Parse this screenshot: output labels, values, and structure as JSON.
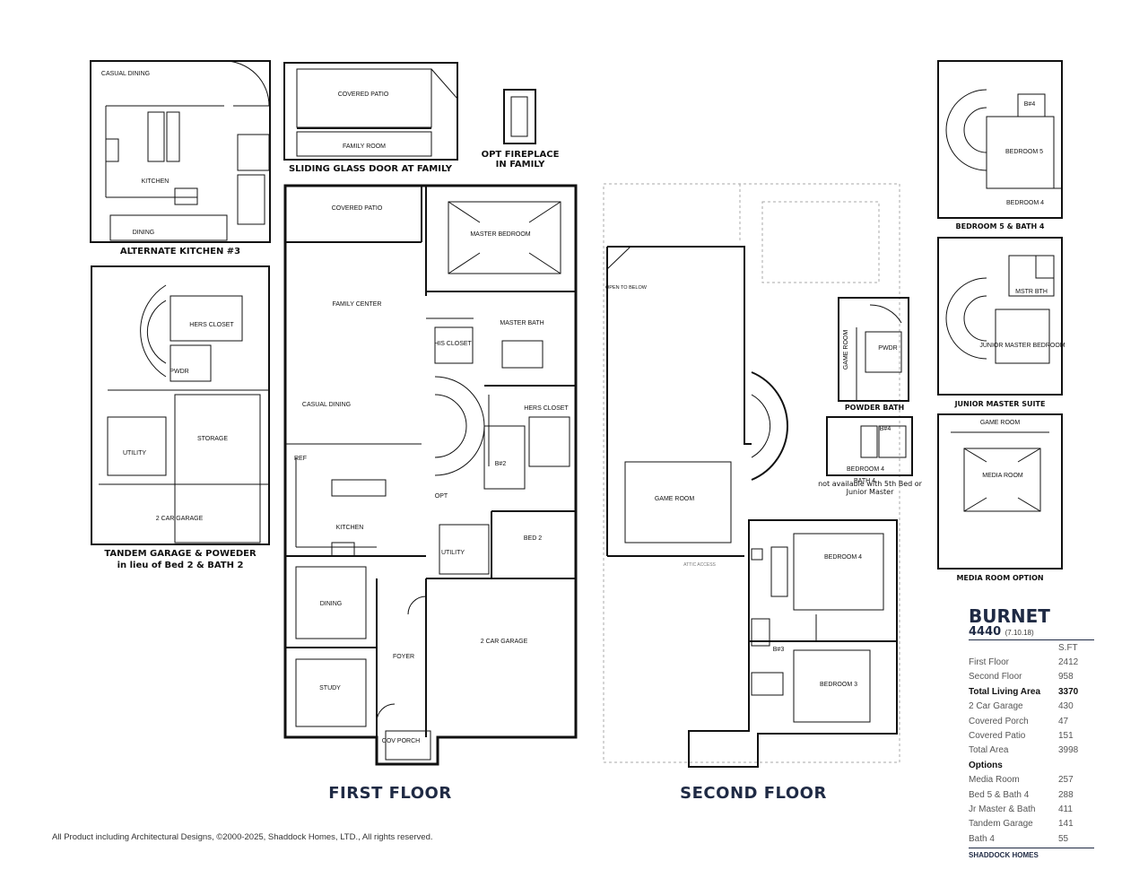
{
  "inset_captions": {
    "alt_kitchen": "ALTERNATE KITCHEN #3",
    "sliding_door": "SLIDING GLASS DOOR AT FAMILY",
    "opt_fireplace": "OPT FIREPLACE\nIN FAMILY",
    "tandem_line1": "TANDEM GARAGE & POWEDER",
    "tandem_line2": "in lieu of Bed 2 & BATH 2",
    "bed5_bath4": "BEDROOM 5 & BATH 4",
    "junior_master": "JUNIOR MASTER SUITE",
    "powder_bath": "POWDER BATH",
    "bath4_note_line1": "not available with 5th Bed or",
    "bath4_note_line2": "Junior Master",
    "media_room_option": "MEDIA ROOM OPTION"
  },
  "floor_titles": {
    "first": "FIRST FLOOR",
    "second": "SECOND FLOOR"
  },
  "rooms": {
    "casual_dining_alt": "CASUAL DINING",
    "kitchen_alt": "KITCHEN",
    "dining_alt": "DINING",
    "covered_patio_inset": "COVERED PATIO",
    "family_room_inset": "FAMILY ROOM",
    "hers_closet_inset": "HERS CLOSET",
    "pwdr_inset": "PWDR",
    "utility_inset": "UTILITY",
    "storage": "STORAGE",
    "two_car_garage_inset": "2 CAR GARAGE",
    "covered_patio": "COVERED PATIO",
    "master_bedroom": "MASTER BEDROOM",
    "family_center": "FAMILY CENTER",
    "master_bath": "MASTER BATH",
    "his_closet": "HIS CLOSET",
    "casual_dining": "CASUAL DINING",
    "hers_closet": "HERS CLOSET",
    "ref": "REF",
    "b2": "B#2",
    "kitchen": "KITCHEN",
    "bed2": "BED 2",
    "utility": "UTILITY",
    "dining": "DINING",
    "garage": "2 CAR GARAGE",
    "foyer": "FOYER",
    "study": "STUDY",
    "cov_porch": "COV PORCH",
    "opt": "OPT",
    "open_to_below": "OPEN TO BELOW",
    "game_room": "GAME ROOM",
    "attic_access": "ATTIC ACCESS",
    "bedroom4": "BEDROOM 4",
    "b3": "B#3",
    "bedroom3": "BEDROOM 3",
    "b4": "B#4",
    "bedroom5": "BEDROOM 5",
    "mstr_bth": "MSTR BTH",
    "junior_master_bedroom": "JUNIOR MASTER BEDROOM",
    "game_room_side": "GAME ROOM",
    "pwdr_side": "PWDR",
    "bath4_label": "BATH 4",
    "game_room_top": "GAME ROOM",
    "media_room": "MEDIA ROOM"
  },
  "plan": {
    "name": "BURNET",
    "number": "4440",
    "date": "(7.10.18)",
    "sft_header": "S.FT",
    "areas": [
      {
        "label": "First Floor",
        "value": "2412"
      },
      {
        "label": "Second Floor",
        "value": "958"
      },
      {
        "label": "Total Living Area",
        "value": "3370",
        "bold": true
      },
      {
        "label": "2 Car Garage",
        "value": "430"
      },
      {
        "label": "Covered Porch",
        "value": "47"
      },
      {
        "label": "Covered Patio",
        "value": "151"
      },
      {
        "label": "Total Area",
        "value": "3998"
      }
    ],
    "options_header": "Options",
    "options": [
      {
        "label": "Media Room",
        "value": "257"
      },
      {
        "label": "Bed 5 & Bath 4",
        "value": "288"
      },
      {
        "label": "Jr Master & Bath",
        "value": "411"
      },
      {
        "label": "Tandem Garage",
        "value": "141"
      },
      {
        "label": "Bath 4",
        "value": "55"
      }
    ],
    "builder": "SHADDOCK HOMES"
  },
  "copyright": "All Product including Architectural Designs, ©2000-2025, Shaddock Homes, LTD., All rights reserved."
}
